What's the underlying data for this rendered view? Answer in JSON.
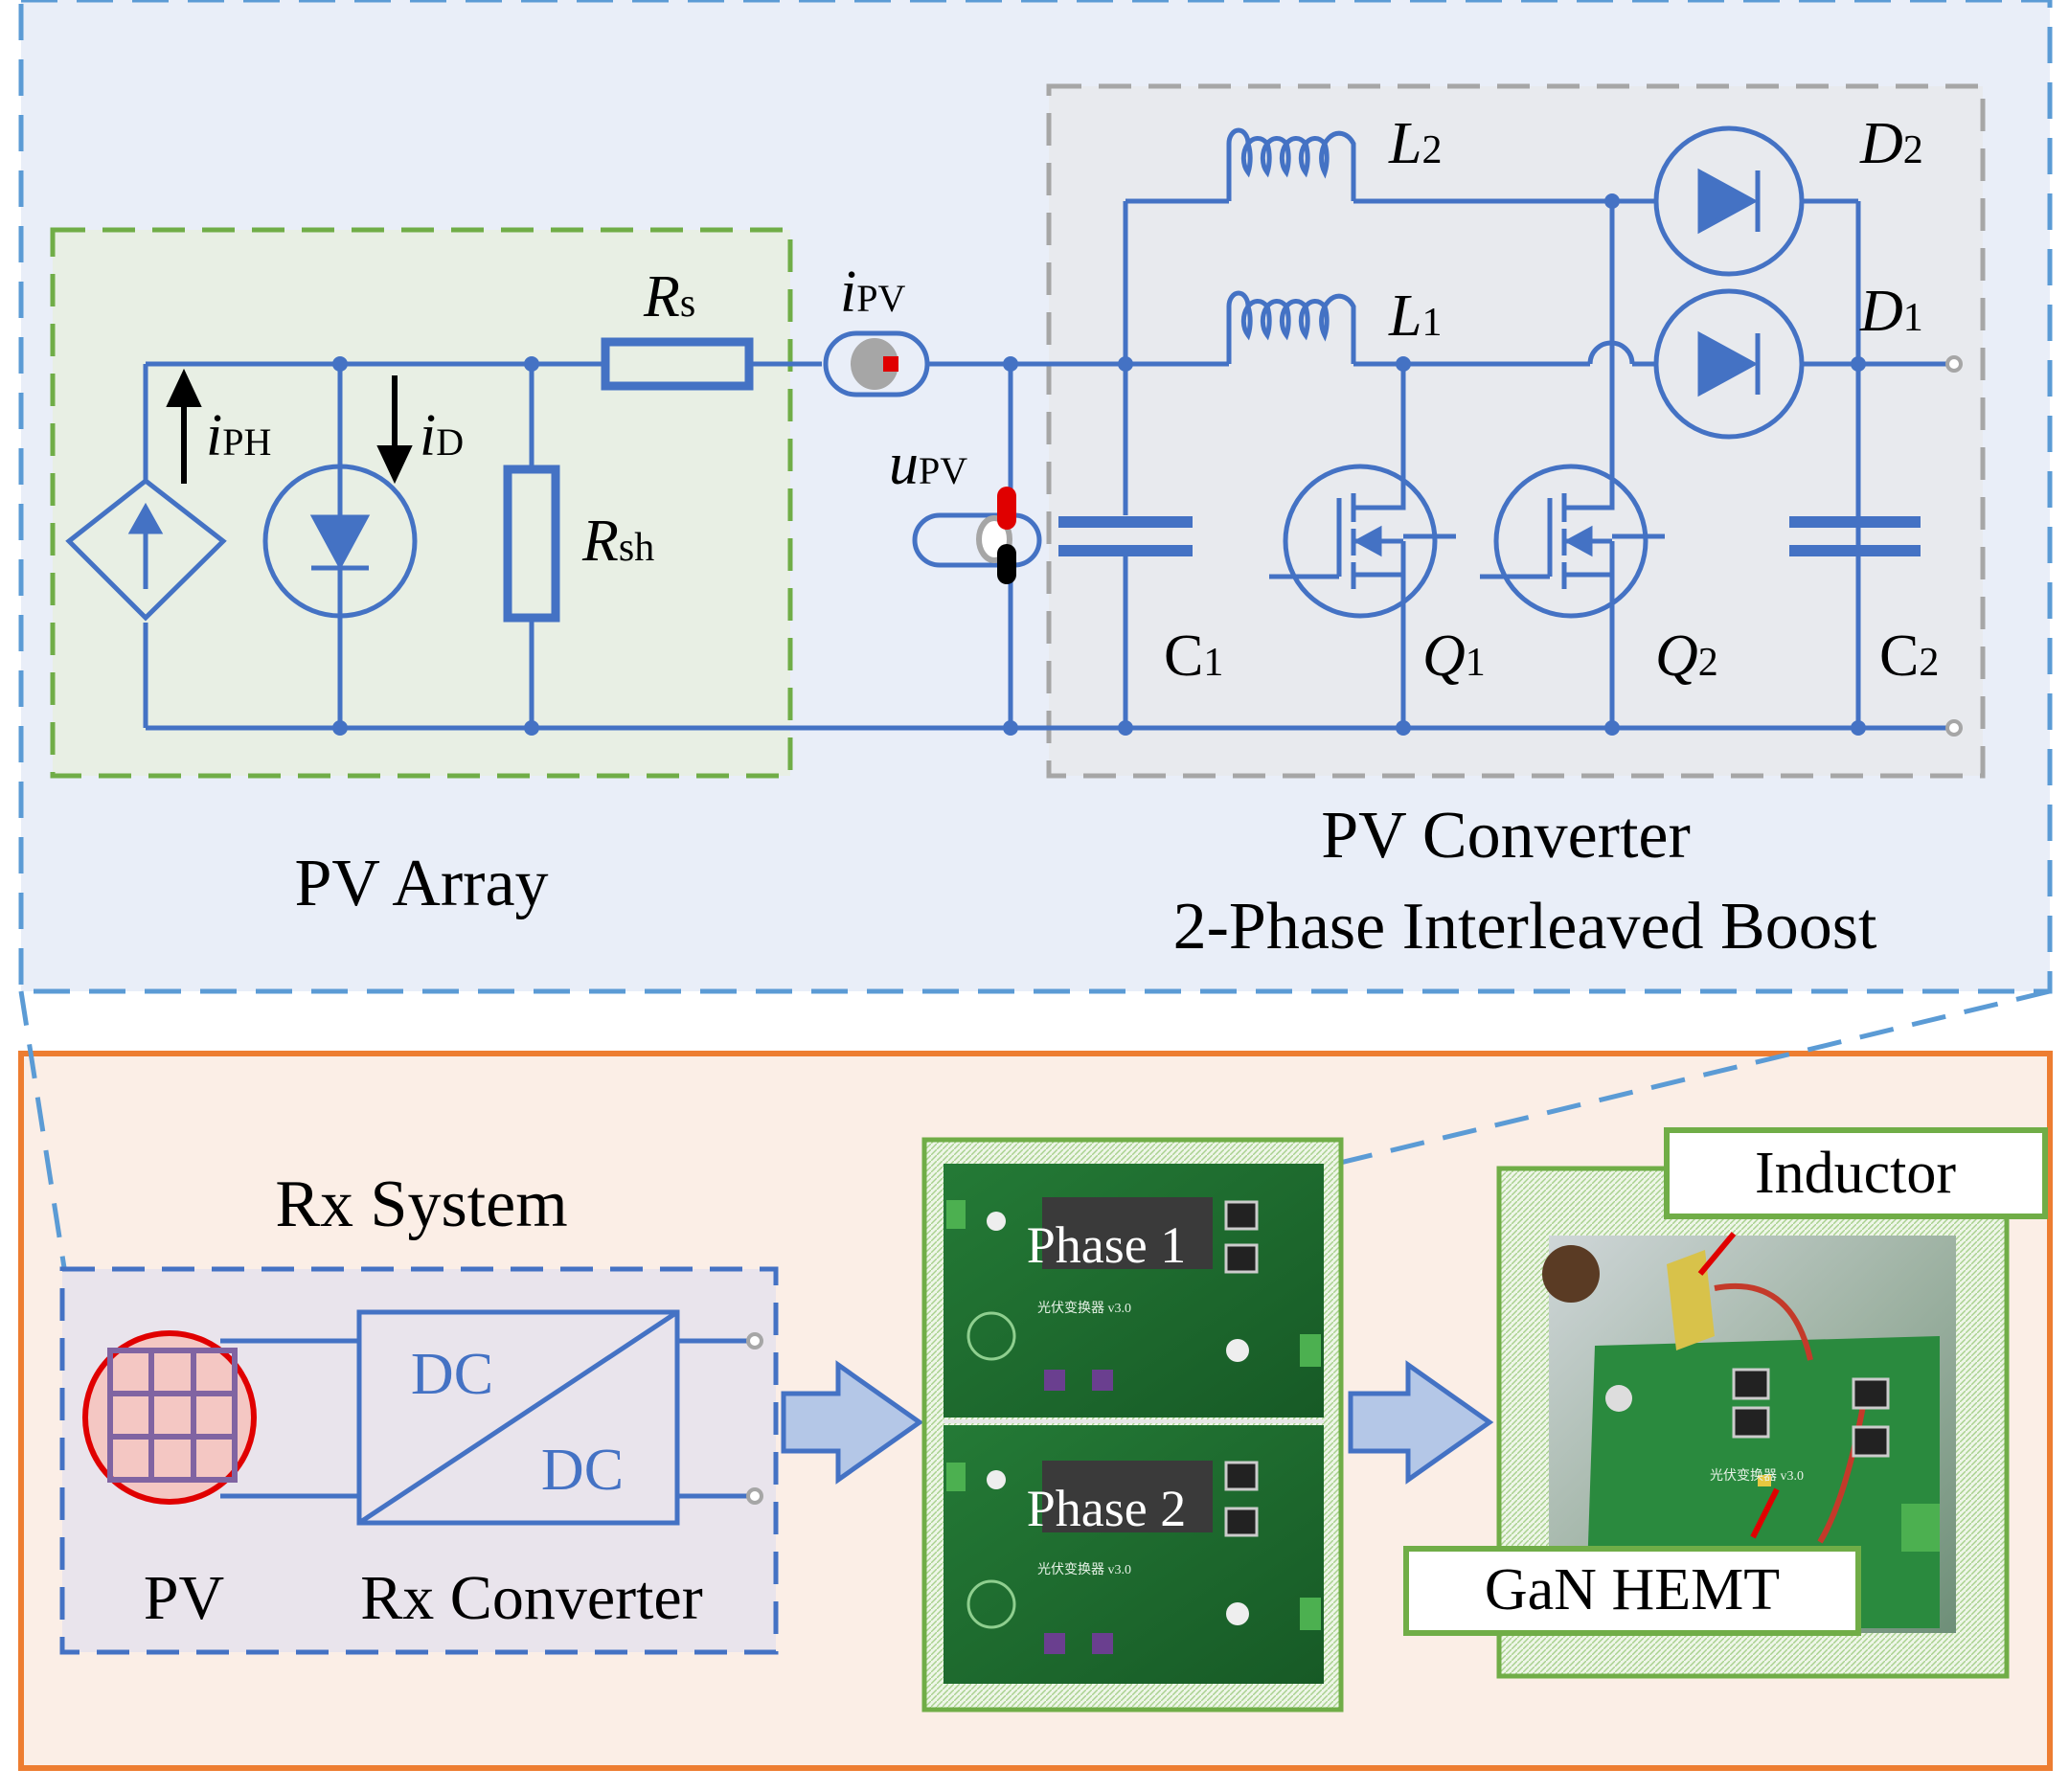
{
  "labels": {
    "rs": {
      "main": "R",
      "sub": "s"
    },
    "rsh": {
      "main": "R",
      "sub": "sh"
    },
    "ipv": {
      "main": "i",
      "sub": "PV"
    },
    "upv": {
      "main": "u",
      "sub": "PV"
    },
    "iph": {
      "main": "i",
      "sub": "PH"
    },
    "id": {
      "main": "i",
      "sub": "D"
    },
    "l1": {
      "main": "L",
      "sub": "1"
    },
    "l2": {
      "main": "L",
      "sub": "2"
    },
    "d1": {
      "main": "D",
      "sub": "1"
    },
    "d2": {
      "main": "D",
      "sub": "2"
    },
    "c1": {
      "main": "C",
      "sub": "1"
    },
    "c2": {
      "main": "C",
      "sub": "2"
    },
    "q1": {
      "main": "Q",
      "sub": "1"
    },
    "q2": {
      "main": "Q",
      "sub": "2"
    }
  },
  "pv_array_label": "PV Array",
  "pv_converter_label": "PV Converter",
  "pv_converter_sublabel": "2-Phase Interleaved Boost",
  "rx_system_label": "Rx System",
  "pv_label": "PV",
  "rx_converter_label": "Rx Converter",
  "dc_in": "DC",
  "dc_out": "DC",
  "phase1": "Phase 1",
  "phase2": "Phase 2",
  "board_text": "光伏变换器 v3.0",
  "inductor_label": "Inductor",
  "gan_label": "GaN HEMT",
  "colors": {
    "circuit_blue": "#4472c4",
    "pv_array_green": "#70ad47",
    "converter_gray": "#a6a6a6",
    "top_panel_bg": "#e9eef8",
    "bottom_panel_bg": "#fbeee6",
    "bottom_border_orange": "#ed7d31",
    "pcb_green": "#1e6b2e"
  }
}
